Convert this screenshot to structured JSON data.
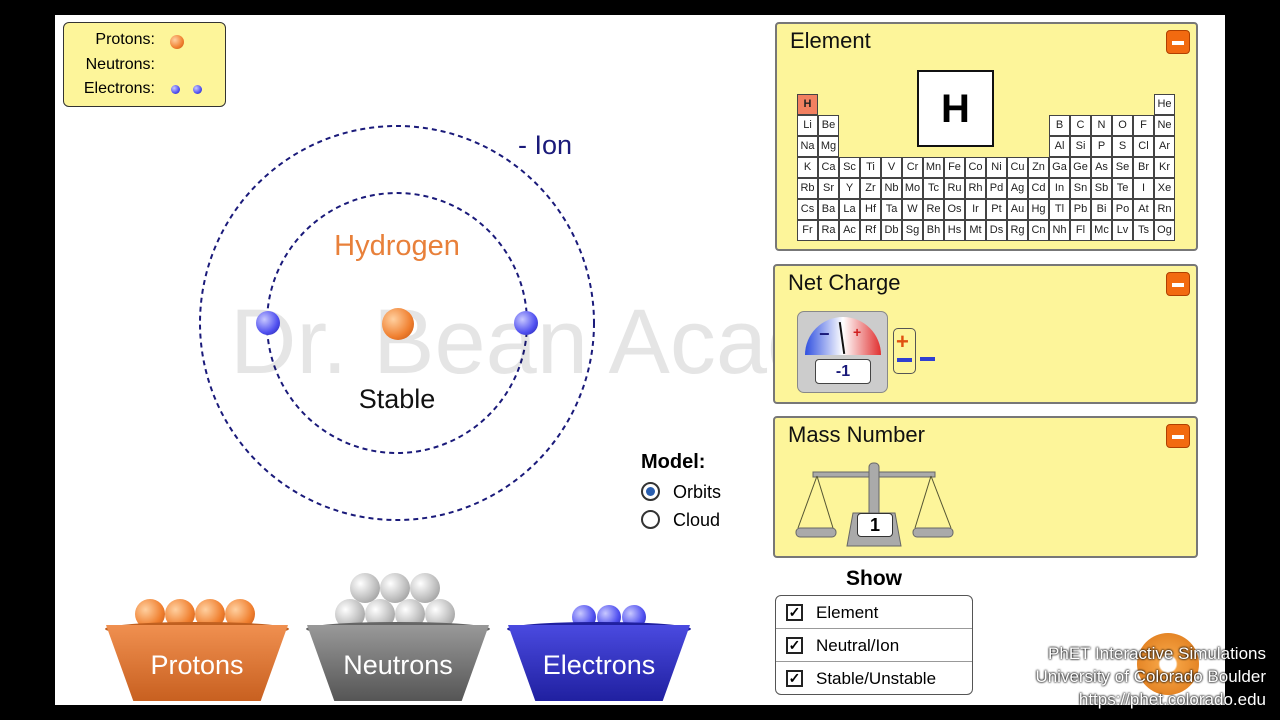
{
  "legend": {
    "protons": "Protons:",
    "neutrons": "Neutrons:",
    "electrons": "Electrons:"
  },
  "atom": {
    "element_name": "Hydrogen",
    "stability": "Stable",
    "ion_label": "- Ion",
    "protons": 1,
    "neutrons": 0,
    "electrons": 2
  },
  "watermark": "Dr. Bean Academy",
  "model": {
    "label": "Model:",
    "options": [
      "Orbits",
      "Cloud"
    ],
    "selected": "Orbits"
  },
  "buckets": {
    "protons": "Protons",
    "neutrons": "Neutrons",
    "electrons": "Electrons"
  },
  "element_panel": {
    "title": "Element",
    "symbol": "H",
    "selected": "H",
    "rows": [
      [
        "H",
        "",
        "",
        "",
        "",
        "",
        "",
        "",
        "",
        "",
        "",
        "",
        "",
        "",
        "",
        "",
        "",
        "He"
      ],
      [
        "Li",
        "Be",
        "",
        "",
        "",
        "",
        "",
        "",
        "",
        "",
        "",
        "",
        "B",
        "C",
        "N",
        "O",
        "F",
        "Ne"
      ],
      [
        "Na",
        "Mg",
        "",
        "",
        "",
        "",
        "",
        "",
        "",
        "",
        "",
        "",
        "Al",
        "Si",
        "P",
        "S",
        "Cl",
        "Ar"
      ],
      [
        "K",
        "Ca",
        "Sc",
        "Ti",
        "V",
        "Cr",
        "Mn",
        "Fe",
        "Co",
        "Ni",
        "Cu",
        "Zn",
        "Ga",
        "Ge",
        "As",
        "Se",
        "Br",
        "Kr"
      ],
      [
        "Rb",
        "Sr",
        "Y",
        "Zr",
        "Nb",
        "Mo",
        "Tc",
        "Ru",
        "Rh",
        "Pd",
        "Ag",
        "Cd",
        "In",
        "Sn",
        "Sb",
        "Te",
        "I",
        "Xe"
      ],
      [
        "Cs",
        "Ba",
        "La",
        "Hf",
        "Ta",
        "W",
        "Re",
        "Os",
        "Ir",
        "Pt",
        "Au",
        "Hg",
        "Tl",
        "Pb",
        "Bi",
        "Po",
        "At",
        "Rn"
      ],
      [
        "Fr",
        "Ra",
        "Ac",
        "Rf",
        "Db",
        "Sg",
        "Bh",
        "Hs",
        "Mt",
        "Ds",
        "Rg",
        "Cn",
        "Nh",
        "Fl",
        "Mc",
        "Lv",
        "Ts",
        "Og"
      ]
    ]
  },
  "net_charge": {
    "title": "Net Charge",
    "value": "-1",
    "meter_minus": "−",
    "meter_plus": "+"
  },
  "mass_number": {
    "title": "Mass Number",
    "value": "1"
  },
  "show": {
    "title": "Show",
    "items": [
      {
        "label": "Element",
        "checked": true
      },
      {
        "label": "Neutral/Ion",
        "checked": true
      },
      {
        "label": "Stable/Unstable",
        "checked": true
      }
    ]
  },
  "phet": {
    "line1": "PhET Interactive Simulations",
    "line2": "University of Colorado Boulder",
    "line3": "https://phet.colorado.edu"
  },
  "colors": {
    "panel": "#fdf59a",
    "proton": "#f08030",
    "electron": "#5050f0",
    "element_name": "#e8803a",
    "orbit": "#1a1a7a"
  }
}
